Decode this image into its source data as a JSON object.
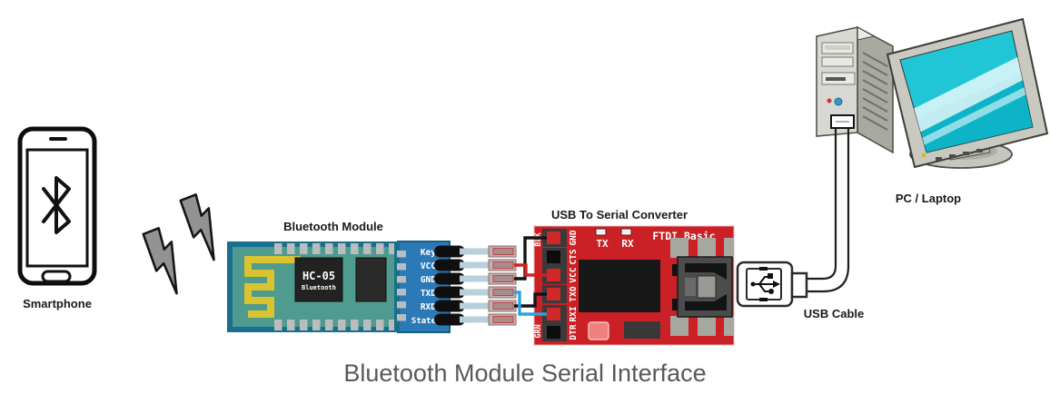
{
  "diagram_title": "Bluetooth Module Serial Interface",
  "smartphone": {
    "label": "Smartphone"
  },
  "bluetooth_module": {
    "label": "Bluetooth Module",
    "chip_name": "HC-05",
    "chip_subtitle": "Bluetooth",
    "pins": [
      "Key",
      "VCC",
      "GND",
      "TXD",
      "RXD",
      "State"
    ]
  },
  "converter": {
    "label": "USB To Serial Converter",
    "board_name": "FTDI Basic",
    "corner_top": "BLK",
    "corner_bottom": "GRN",
    "led_tx": "TX",
    "led_rx": "RX",
    "pins": [
      "GND",
      "CTS",
      "VCC",
      "TXO",
      "RXI",
      "DTR"
    ]
  },
  "usb_cable": {
    "label": "USB Cable"
  },
  "pc": {
    "label": "PC / Laptop"
  },
  "connections": [
    {
      "from": "VCC",
      "to": "VCC",
      "color": "#d22020"
    },
    {
      "from": "GND",
      "to": "GND",
      "color": "#141414"
    },
    {
      "from": "TXD",
      "to": "RXI",
      "color": "#2aa4dc"
    },
    {
      "from": "RXD",
      "to": "TXO",
      "color": "#141414"
    }
  ],
  "icons": {
    "bluetooth": "bluetooth-rune",
    "wireless_signal": "lightning-bolt",
    "usb": "usb-trident"
  },
  "colors": {
    "bt_board": "#4f9b8f",
    "bt_board_border": "#19708e",
    "bt_pin_section": "#2b79b6",
    "antenna_yellow": "#d9c32f",
    "converter_board": "#cb2026",
    "monitor_screen": "#21c6d6",
    "wire_red": "#d22020",
    "wire_black": "#141414",
    "wire_blue": "#2aa4dc"
  }
}
